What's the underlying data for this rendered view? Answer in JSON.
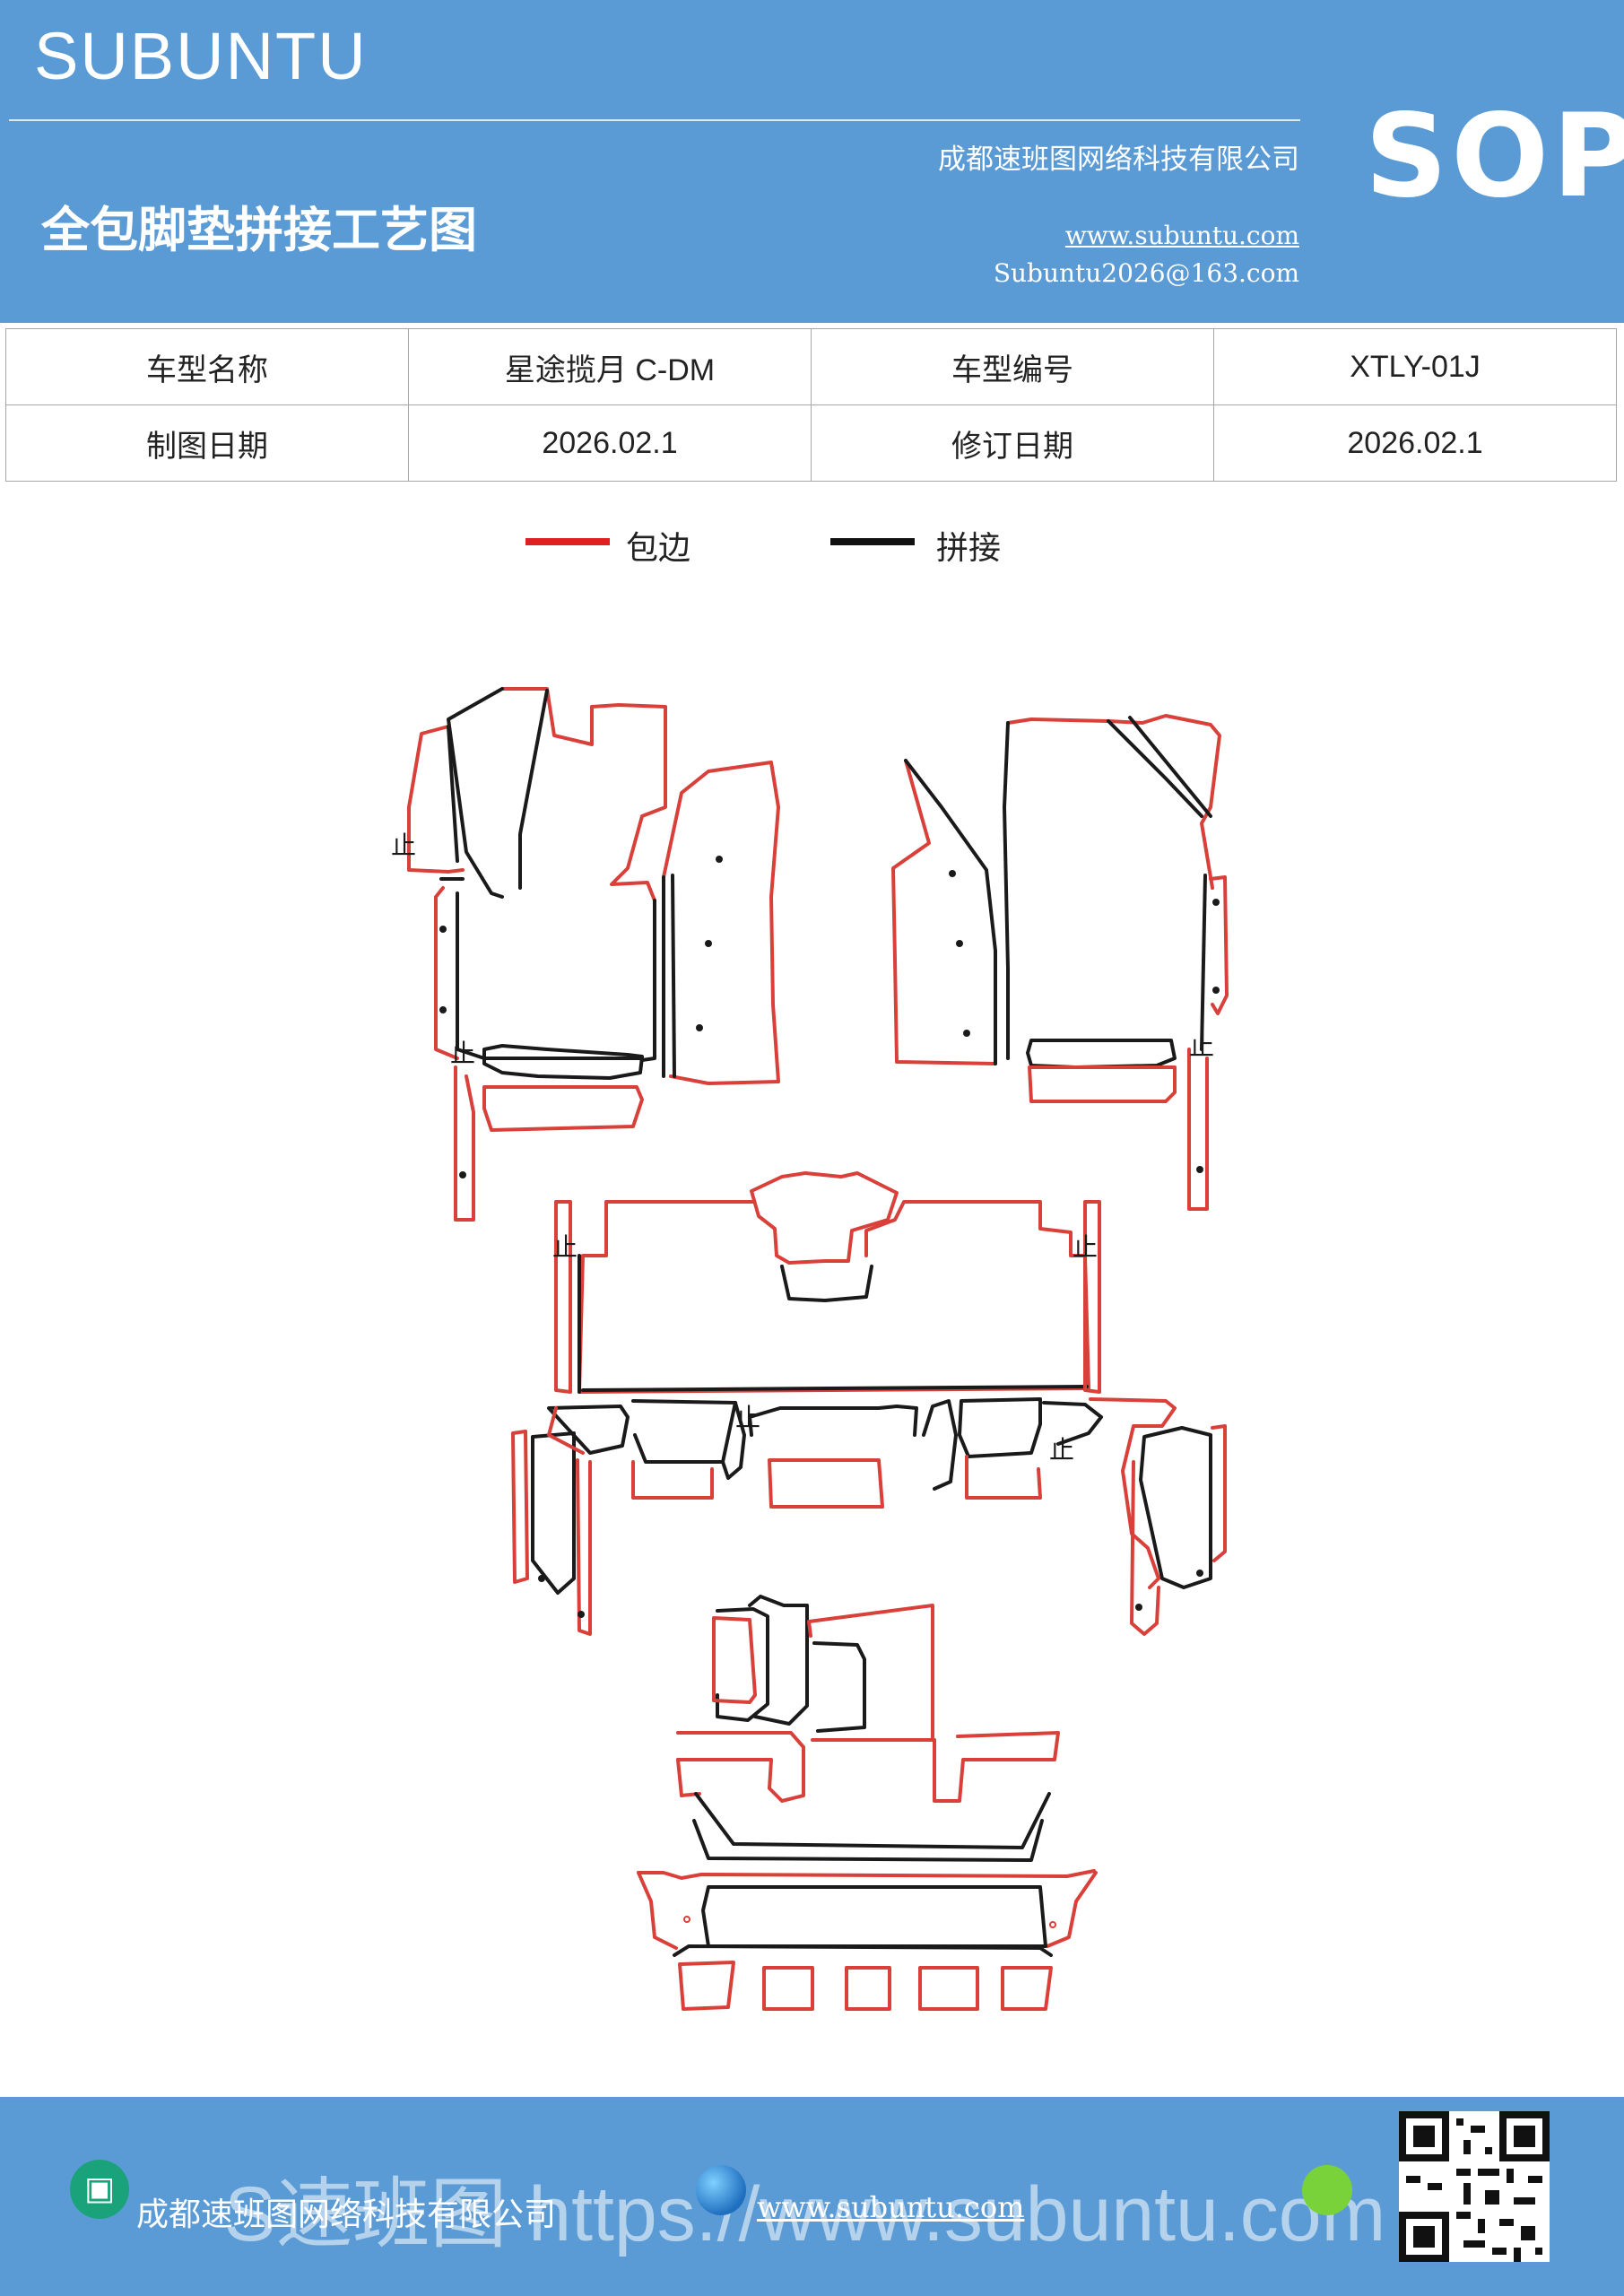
{
  "header": {
    "brand": "SUBUNTU",
    "title": "全包脚垫拼接工艺图",
    "company": "成都速班图网络科技有限公司",
    "website": "www.subuntu.com",
    "email": "Subuntu2026@163.com",
    "badge": "SOP"
  },
  "info_table": {
    "rows": [
      [
        "车型名称",
        "星途揽月 C-DM",
        "车型编号",
        "XTLY-01J"
      ],
      [
        "制图日期",
        "2026.02.1",
        "修订日期",
        "2026.02.1"
      ]
    ]
  },
  "legend": {
    "items": [
      {
        "label": "包边",
        "color": "#e02020"
      },
      {
        "label": "拼接",
        "color": "#111111"
      }
    ]
  },
  "drawing": {
    "marker_text": "止",
    "colors": {
      "edge": "#d9403a",
      "seam": "#1a1a1a"
    }
  },
  "footer": {
    "company": "成都速班图网络科技有限公司",
    "website": "www.subuntu.com",
    "watermark": "S速班图 https://www.subuntu.com"
  }
}
